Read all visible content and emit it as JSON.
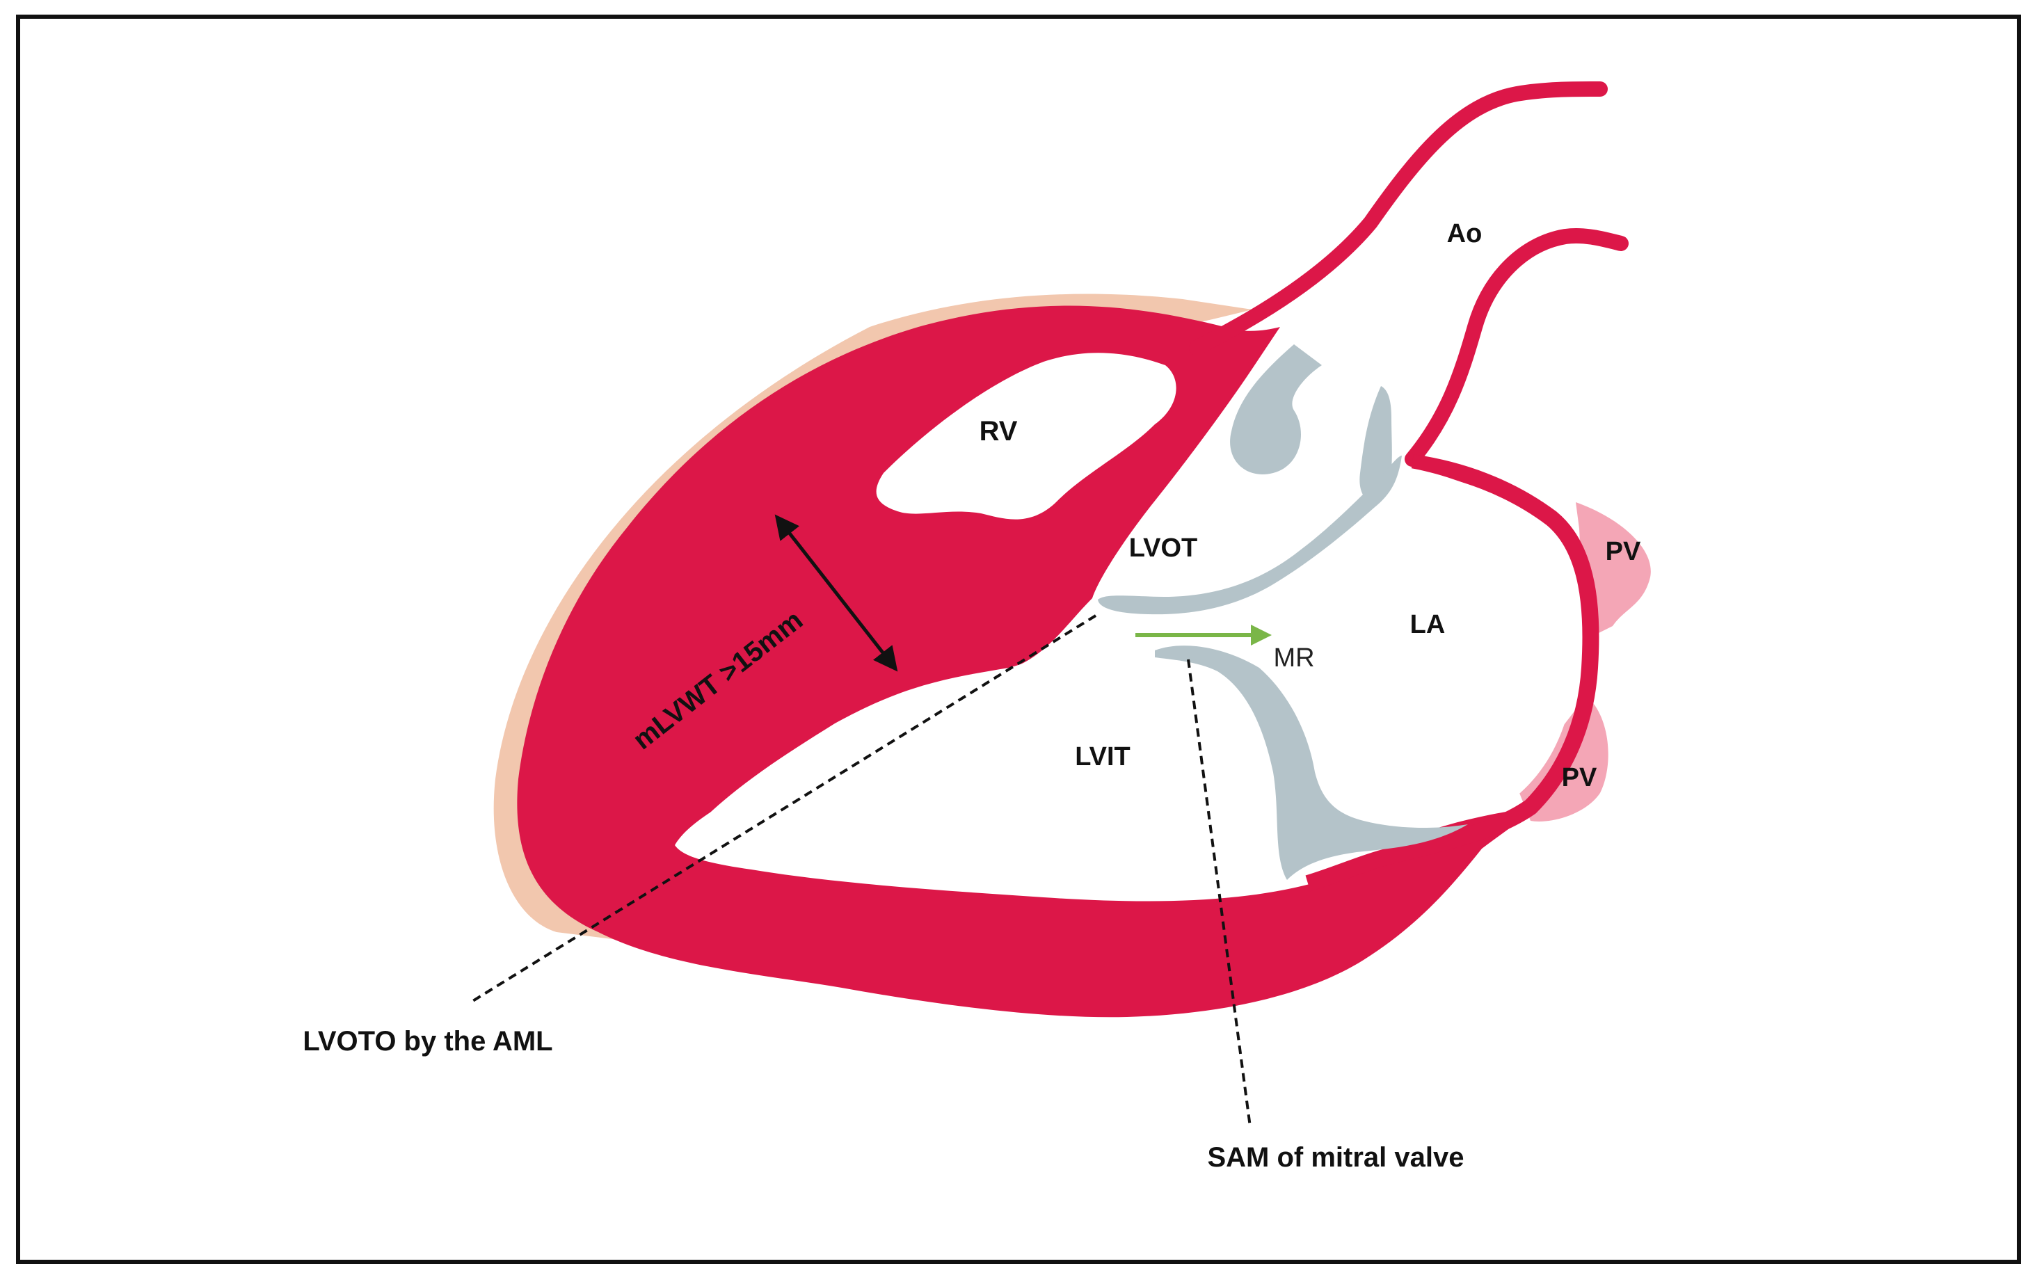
{
  "diagram": {
    "labels": {
      "ao": "Ao",
      "rv": "RV",
      "lvot": "LVOT",
      "la": "LA",
      "pv_upper": "PV",
      "pv_lower": "PV",
      "mr": "MR",
      "lvit": "LVIT",
      "mlvwt": "mLVWT >15mm",
      "lvoto": "LVOTO by the AML",
      "sam": "SAM of mitral valve"
    },
    "colors": {
      "myocardium": "#dc1748",
      "pericardium": "#f2c7ae",
      "pulmonary_vein": "#f4a6b6",
      "valve_tissue": "#b4c3c9",
      "mr_arrow": "#7ab648",
      "border": "#111111",
      "background": "#ffffff"
    }
  }
}
